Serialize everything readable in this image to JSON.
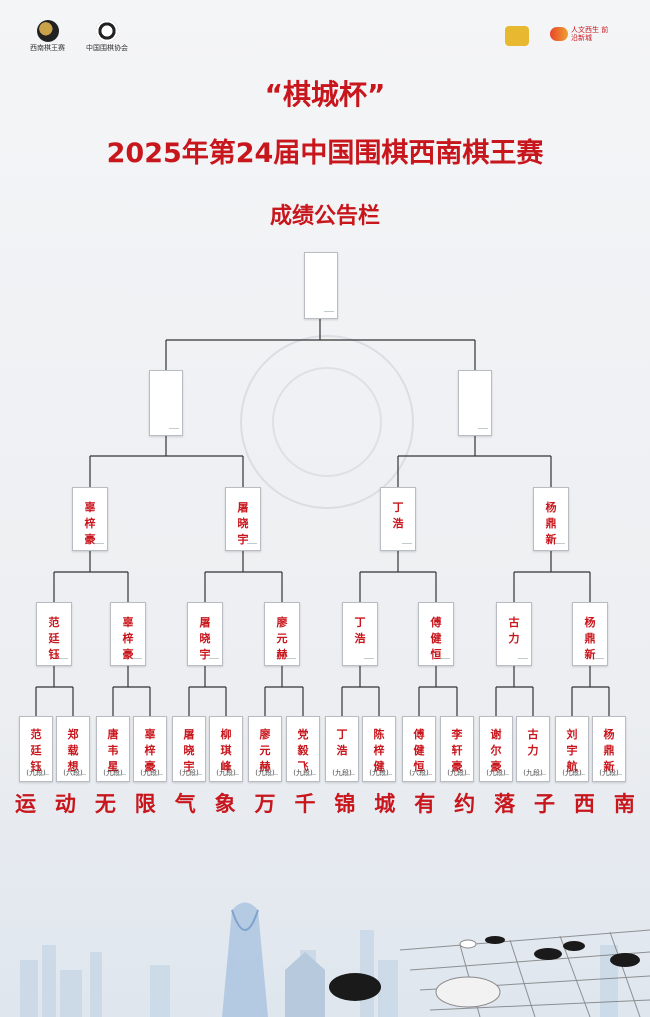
{
  "logos": {
    "left1_text": "西南棋王赛",
    "left2_text": "中国围棋协会",
    "right1_text": "人文西生 前沿新城"
  },
  "title": {
    "line1": "“棋城杯”",
    "line2": "2025年第24届中国围棋西南棋王赛",
    "line3": "成绩公告栏"
  },
  "bracket": {
    "final": [
      ""
    ],
    "semi": [
      "",
      ""
    ],
    "quarter": [
      "辜梓豪",
      "屠晓宇",
      "丁浩",
      "杨鼎新"
    ],
    "round16": [
      "范廷钰",
      "辜梓豪",
      "屠晓宇",
      "廖元赫",
      "丁浩",
      "傅健恒",
      "古力",
      "杨鼎新"
    ],
    "round32": [
      {
        "name": "范廷钰",
        "rank": "(九段)"
      },
      {
        "name": "郑载想",
        "rank": "(六段)"
      },
      {
        "name": "唐韦星",
        "rank": "(九段)"
      },
      {
        "name": "辜梓豪",
        "rank": "(九段)"
      },
      {
        "name": "屠晓宇",
        "rank": "(九段)"
      },
      {
        "name": "柳琪峰",
        "rank": "(九段)"
      },
      {
        "name": "廖元赫",
        "rank": "(九段)"
      },
      {
        "name": "党毅飞",
        "rank": "(九段)"
      },
      {
        "name": "丁浩",
        "rank": "(九段)"
      },
      {
        "name": "陈梓健",
        "rank": "(九段)"
      },
      {
        "name": "傅健恒",
        "rank": "(六段)"
      },
      {
        "name": "李轩豪",
        "rank": "(九段)"
      },
      {
        "name": "谢尔豪",
        "rank": "(九段)"
      },
      {
        "name": "古力",
        "rank": "(九段)"
      },
      {
        "name": "刘宇航",
        "rank": "(九段)"
      },
      {
        "name": "杨鼎新",
        "rank": "(九段)"
      }
    ]
  },
  "slogan": [
    "运",
    "动",
    "无",
    "限",
    "气",
    "象",
    "万",
    "千",
    "锦",
    "城",
    "有",
    "约",
    "落",
    "子",
    "西",
    "南"
  ],
  "colors": {
    "accent": "#c8161d",
    "line": "#333333"
  }
}
